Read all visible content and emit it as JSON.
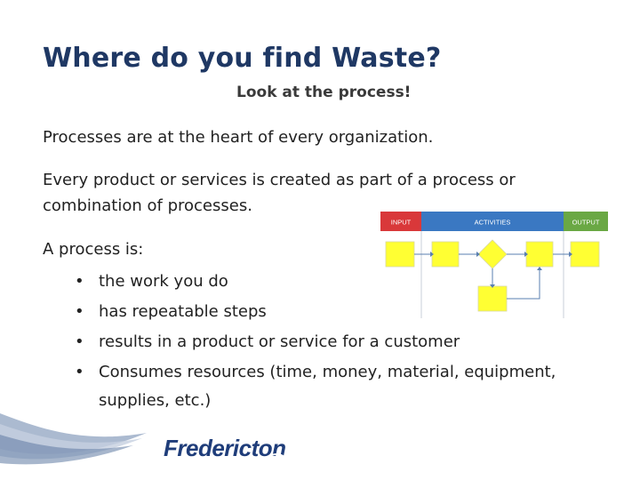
{
  "slide": {
    "title": "Where do you find Waste?",
    "subtitle": "Look at the process!",
    "paragraph1": "Processes are at the heart of every organization.",
    "paragraph2": "Every product or services is created as part of a process or combination of processes.",
    "intro": "A process is:",
    "bullet_char": "•",
    "bullets": [
      "the work you do",
      "has repeatable steps",
      "results in a product or service for a customer",
      "Consumes resources (time, money, material, equipment,"
    ],
    "bullet4_continuation": "supplies, etc.)"
  },
  "diagram": {
    "headers": [
      "INPUT",
      "ACTIVITIES",
      "OUTPUT"
    ],
    "colors": {
      "input_header": "#d9383a",
      "activities_header": "#3a78c2",
      "output_header": "#6aa844",
      "box_fill": "#ffff33",
      "connector": "#5a7fb0"
    }
  },
  "logo": {
    "text": "Fredericton",
    "color": "#1f3d7a"
  }
}
